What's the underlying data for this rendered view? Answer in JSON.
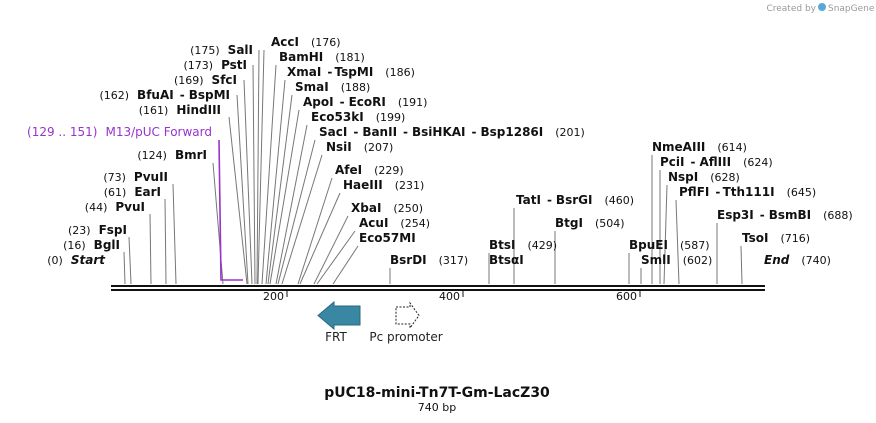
{
  "credit": {
    "prefix": "Created by",
    "brand": "SnapGene"
  },
  "title": "pUC18-mini-Tn7T-Gm-LacZ30",
  "subtitle": "740 bp",
  "colors": {
    "line": "#111111",
    "primer": "#9933cc",
    "frt": "#3a87a4",
    "promoter": "#ffffff"
  },
  "scale_ticks": [
    "200",
    "400",
    "600"
  ],
  "features": {
    "frt": "FRT",
    "promoter": "Pc promoter"
  },
  "primer": {
    "range": "(129 .. 151)",
    "name": "M13/pUC Forward"
  },
  "labels": [
    {
      "pos": "(175)",
      "name": "SalI"
    },
    {
      "pos": "(173)",
      "name": "PstI"
    },
    {
      "pos": "(169)",
      "name": "SfcI"
    },
    {
      "pos": "(162)",
      "name": "BfuAI",
      "alt": "BspMI"
    },
    {
      "pos": "(161)",
      "name": "HindIII"
    },
    {
      "pos": "(124)",
      "name": "BmrI"
    },
    {
      "pos": "(73)",
      "name": "PvuII"
    },
    {
      "pos": "(61)",
      "name": "EarI"
    },
    {
      "pos": "(44)",
      "name": "PvuI"
    },
    {
      "pos": "(23)",
      "name": "FspI"
    },
    {
      "pos": "(16)",
      "name": "BglI"
    },
    {
      "pos": "(0)",
      "name": "Start"
    },
    {
      "name": "AccI",
      "pos": "(176)"
    },
    {
      "name": "BamHI",
      "pos": "(181)"
    },
    {
      "name": "XmaI",
      "alt": "TspMI",
      "pos": "(186)"
    },
    {
      "name": "SmaI",
      "pos": "(188)"
    },
    {
      "name": "ApoI",
      "alt": "EcoRI",
      "pos": "(191)"
    },
    {
      "name": "Eco53kI",
      "pos": "(199)"
    },
    {
      "name": "SacI",
      "alt": "BanII",
      "alt2": "BsiHKAI",
      "alt3": "Bsp1286I",
      "pos": "(201)"
    },
    {
      "name": "NsiI",
      "pos": "(207)"
    },
    {
      "name": "AfeI",
      "pos": "(229)"
    },
    {
      "name": "HaeIII",
      "pos": "(231)"
    },
    {
      "name": "XbaI",
      "pos": "(250)"
    },
    {
      "name": "AcuI",
      "pos": "(254)"
    },
    {
      "name": "Eco57MI",
      "pos": ""
    },
    {
      "name": "BsrDI",
      "pos": "(317)"
    },
    {
      "name": "BtsI",
      "pos": "(429)"
    },
    {
      "name": "BtsαI",
      "pos": ""
    },
    {
      "name": "TatI",
      "alt": "BsrGI",
      "pos": "(460)"
    },
    {
      "name": "BtgI",
      "pos": "(504)"
    },
    {
      "name": "BpuEI",
      "pos": "(587)"
    },
    {
      "name": "SmlI",
      "pos": "(602)"
    },
    {
      "name": "NmeAIII",
      "pos": "(614)"
    },
    {
      "name": "PciI",
      "alt": "AflIII",
      "pos": "(624)"
    },
    {
      "name": "NspI",
      "pos": "(628)"
    },
    {
      "name": "PflFI",
      "alt": "Tth111I",
      "pos": "(645)"
    },
    {
      "name": "Esp3I",
      "alt": "BsmBI",
      "pos": "(688)"
    },
    {
      "name": "TsoI",
      "pos": "(716)"
    },
    {
      "name": "End",
      "pos": "(740)"
    }
  ]
}
